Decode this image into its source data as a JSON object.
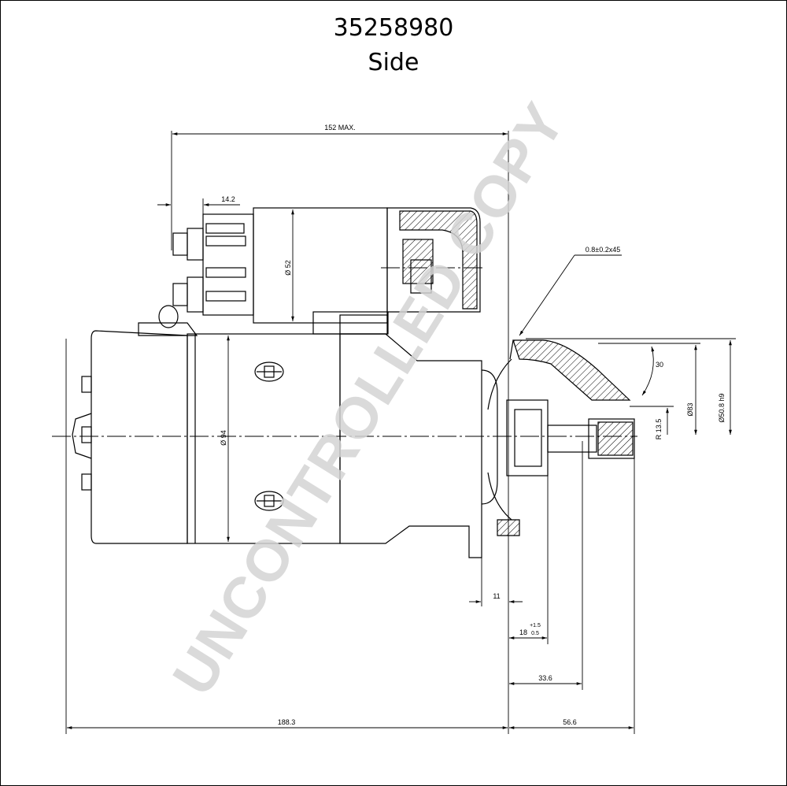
{
  "header": {
    "part_number": "35258980",
    "view_name": "Side"
  },
  "watermark": "UNCONTROLLED COPY",
  "dimensions": {
    "overall_max": "152 MAX.",
    "terminal_offset": "14.2",
    "solenoid_dia": "Ø 52",
    "motor_dia": "Ø 94",
    "chamfer": "0.8±0.2x45",
    "angle": "30",
    "flange_dia_large": "Ø50.8 h9",
    "flange_dia_small": "Ø83",
    "pinion_radius": "R 13.5",
    "flange_thickness": "11",
    "pinion_offset": "18",
    "pinion_tol_plus": "+1.5",
    "pinion_tol_minus": "0.5",
    "pinion_length": "33.6",
    "body_length": "188.3",
    "nose_length": "56.6"
  },
  "colors": {
    "line": "#000000",
    "watermark": "#d4d4d4"
  }
}
